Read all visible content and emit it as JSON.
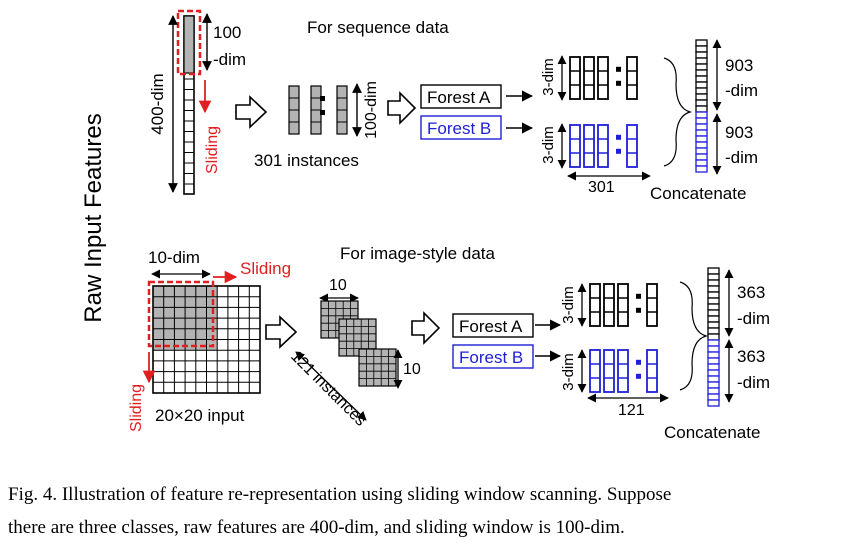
{
  "side_label": "Raw Input Features",
  "sequence": {
    "title": "For sequence data",
    "window_dim_top": "100",
    "window_dim_bottom": "-dim",
    "raw_dim": "400-dim",
    "sliding": "Sliding",
    "instances_dim": "100-dim",
    "instances_label": "301 instances",
    "forest_a": "Forest A",
    "forest_b": "Forest B",
    "class_dim_a": "3-dim",
    "class_dim_b": "3-dim",
    "count_label": "301",
    "out_a_top": "903",
    "out_a_bottom": "-dim",
    "out_b_top": "903",
    "out_b_bottom": "-dim",
    "concat": "Concatenate"
  },
  "image": {
    "title": "For image-style data",
    "window_dim": "10-dim",
    "sliding_h": "Sliding",
    "sliding_v": "Sliding",
    "input_label": "20×20 input",
    "patch_top": "10",
    "patch_side": "10",
    "instances_label": "121 instances",
    "forest_a": "Forest A",
    "forest_b": "Forest B",
    "class_dim_a": "3-dim",
    "class_dim_b": "3-dim",
    "count_label": "121",
    "out_a_top": "363",
    "out_a_bottom": "-dim",
    "out_b_top": "363",
    "out_b_bottom": "-dim",
    "concat": "Concatenate"
  },
  "caption_line1": "Fig. 4. Illustration of feature re-representation using sliding window scanning. Suppose",
  "caption_line2": "there are three classes, raw features are 400-dim, and sliding window is 100-dim.",
  "colors": {
    "forest_b": "#1f1fd6",
    "sliding": "#e02020",
    "gray_cell": "#b3b3b3"
  }
}
